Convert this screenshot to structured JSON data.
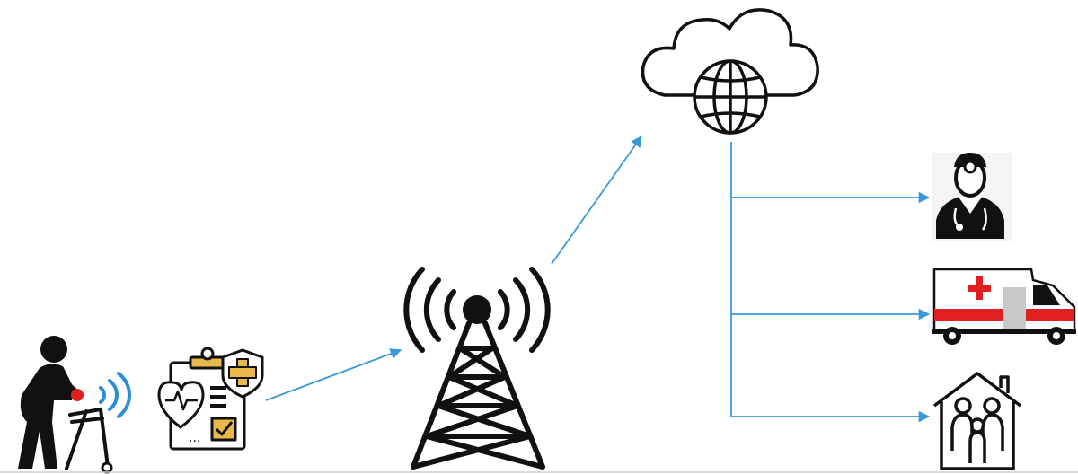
{
  "nodes": [
    {
      "id": "patient",
      "icon": "elderly-walker-wearable-icon"
    },
    {
      "id": "health-record",
      "icon": "health-clipboard-shield-icon"
    },
    {
      "id": "tower",
      "icon": "cell-tower-icon"
    },
    {
      "id": "cloud",
      "icon": "cloud-globe-icon"
    },
    {
      "id": "doctor",
      "icon": "doctor-icon"
    },
    {
      "id": "ambulance",
      "icon": "ambulance-icon"
    },
    {
      "id": "family",
      "icon": "family-home-icon"
    }
  ],
  "edges": [
    {
      "from": "health-record",
      "to": "tower"
    },
    {
      "from": "tower",
      "to": "cloud"
    },
    {
      "from": "cloud",
      "to": "doctor"
    },
    {
      "from": "cloud",
      "to": "ambulance"
    },
    {
      "from": "cloud",
      "to": "family"
    }
  ],
  "colors": {
    "arrow": "#3a9ad9",
    "icon": "#111111",
    "accent_red": "#e02020",
    "accent_gold": "#e9b84a",
    "wave_blue": "#2a8fd8"
  }
}
